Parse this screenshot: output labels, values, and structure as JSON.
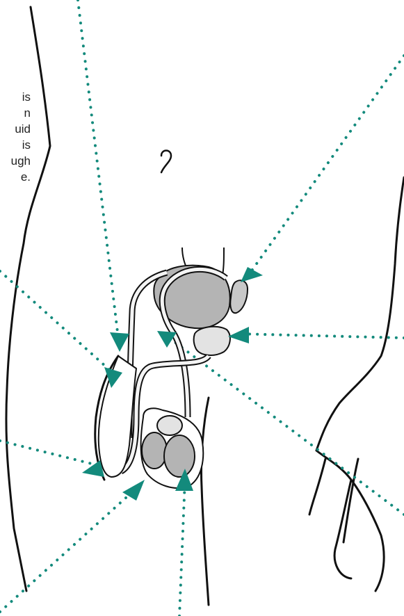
{
  "caption": {
    "lines": [
      "is",
      "n",
      "uid",
      "is",
      "ugh",
      "e."
    ]
  },
  "colors": {
    "accent": "#138a7c",
    "outline": "#111111",
    "organ_dark": "#b4b4b4",
    "organ_light": "#e3e3e3"
  }
}
